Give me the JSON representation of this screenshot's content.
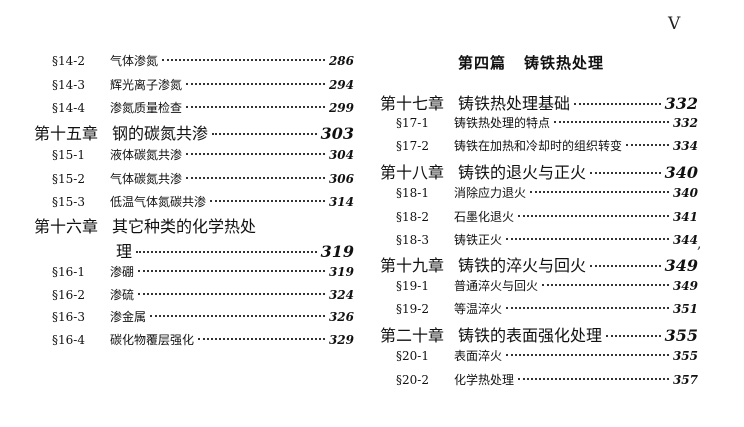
{
  "page_numeral": "V",
  "left_column": {
    "entries": [
      {
        "num": "§14-2",
        "title": "气体渗氮",
        "page": "286"
      },
      {
        "num": "§14-3",
        "title": "辉光离子渗氮",
        "page": "294"
      },
      {
        "num": "§14-4",
        "title": "渗氮质量检查",
        "page": "299"
      },
      {
        "chapter": "第十五章",
        "title": "钢的碳氮共渗",
        "page": "303"
      },
      {
        "num": "§15-1",
        "title": "液体碳氮共渗",
        "page": "304"
      },
      {
        "num": "§15-2",
        "title": "气体碳氮共渗",
        "page": "306"
      },
      {
        "num": "§15-3",
        "title": "低温气体氮碳共渗",
        "page": "314"
      },
      {
        "chapter": "第十六章",
        "title": "其它种类的化学热处"
      },
      {
        "title": "理",
        "page": "319"
      },
      {
        "num": "§16-1",
        "title": "渗硼",
        "page": "319"
      },
      {
        "num": "§16-2",
        "title": "渗硫",
        "page": "324"
      },
      {
        "num": "§16-3",
        "title": "渗金属",
        "page": "326"
      },
      {
        "num": "§16-4",
        "title": "碳化物覆层强化",
        "page": "329"
      }
    ]
  },
  "right_column": {
    "part_title": {
      "part": "第四篇",
      "name": "铸铁热处理"
    },
    "entries": [
      {
        "chapter": "第十七章",
        "title": "铸铁热处理基础",
        "page": "332"
      },
      {
        "num": "§17-1",
        "title": "铸铁热处理的特点",
        "page": "332"
      },
      {
        "num": "§17-2",
        "title": "铸铁在加热和冷却时的组织转变",
        "page": "334"
      },
      {
        "chapter": "第十八章",
        "title": "铸铁的退火与正火",
        "page": "340"
      },
      {
        "num": "§18-1",
        "title": "消除应力退火",
        "page": "340"
      },
      {
        "num": "§18-2",
        "title": "石墨化退火",
        "page": "341"
      },
      {
        "num": "§18-3",
        "title": "铸铁正火",
        "page": "344"
      },
      {
        "chapter": "第十九章",
        "title": "铸铁的淬火与回火",
        "page": "349"
      },
      {
        "num": "§19-1",
        "title": "普通淬火与回火",
        "page": "349"
      },
      {
        "num": "§19-2",
        "title": "等温淬火",
        "page": "351"
      },
      {
        "chapter": "第二十章",
        "title": "铸铁的表面强化处理",
        "page": "355"
      },
      {
        "num": "§20-1",
        "title": "表面淬火",
        "page": "355"
      },
      {
        "num": "§20-2",
        "title": "化学热处理",
        "page": "357"
      }
    ]
  },
  "stray_mark": ","
}
